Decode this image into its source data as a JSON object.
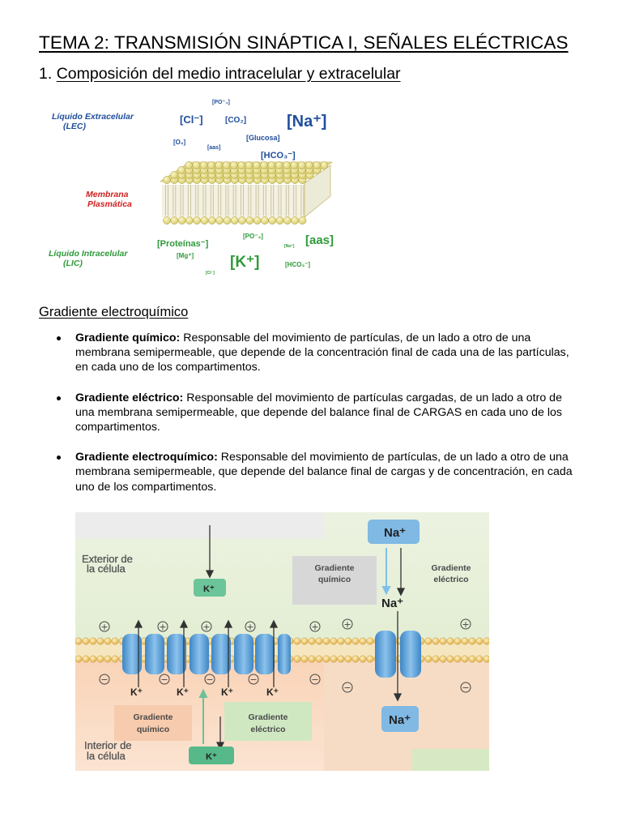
{
  "title": "TEMA 2: TRANSMISIÓN SINÁPTICA I, SEÑALES ELÉCTRICAS",
  "section": {
    "number": "1.",
    "text": "Composición del medio intracelular y extracelular"
  },
  "figure1": {
    "lec_label_1": "Líquido Extracelular",
    "lec_label_2": "(LEC)",
    "membrane_label_1": "Membrana",
    "membrane_label_2": "Plasmática",
    "lic_label_1": "Líquido Intracelular",
    "lic_label_2": "(LIC)",
    "ext": {
      "po4": "[PO⁻₄]",
      "cl": "[Cl⁻]",
      "co2": "[CO₂]",
      "na": "[Na⁺]",
      "glucosa": "[Glucosa]",
      "o2": "[O₂]",
      "aas": "[aas]",
      "hco3": "[HCO₃⁻]"
    },
    "int": {
      "proteinas": "[Proteínas⁻]",
      "po4": "[PO⁻₄]",
      "na": "[Na⁺]",
      "aas": "[aas]",
      "mg": "[Mg⁺]",
      "k": "[K⁺]",
      "hco3": "[HCO₃⁻]",
      "cl": "[Cl⁻]"
    },
    "colors": {
      "blue": "#1f4e9c",
      "green": "#2e9a3a",
      "red": "#d01f1f",
      "lipid": "#efe59a"
    }
  },
  "subheading": "Gradiente electroquímico",
  "bullets": [
    {
      "term": "Gradiente químico:",
      "text": " Responsable del movimiento de partículas, de un lado a otro de una membrana semipermeable, que depende de la concentración final de cada una de las partículas, en cada uno de los compartimentos."
    },
    {
      "term": "Gradiente eléctrico:",
      "text": " Responsable del movimiento de partículas cargadas, de un lado a otro de una membrana semipermeable, que depende del balance final de CARGAS en cada uno de los compartimentos."
    },
    {
      "term": "Gradiente electroquímico:",
      "text": " Responsable del movimiento de partículas, de un lado a otro de una membrana semipermeable, que depende del balance final de cargas y de concentración, en cada uno de los compartimentos."
    }
  ],
  "figure2": {
    "exterior_1": "Exterior de",
    "exterior_2": "la célula",
    "interior_1": "Interior de",
    "interior_2": "la célula",
    "k_ion": "K⁺",
    "na_ion": "Na⁺",
    "grad_quimico_1": "Gradiente",
    "grad_quimico_2": "químico",
    "grad_electrico_1": "Gradiente",
    "grad_electrico_2": "eléctrico",
    "plus": "+",
    "minus": "−",
    "colors": {
      "outside": "#e6efd6",
      "inside": "#f7d7bd",
      "channel": "#6aa9de",
      "k_box": "#6cc49a",
      "na_box": "#7fb9e4"
    }
  }
}
